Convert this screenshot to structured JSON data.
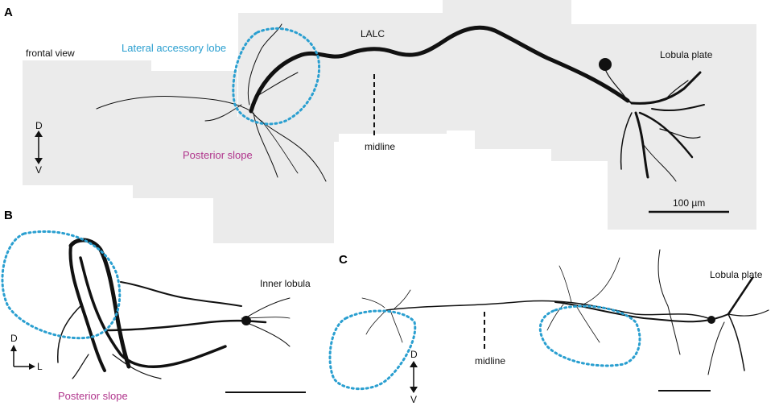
{
  "figure": {
    "panels": [
      "A",
      "B",
      "C"
    ],
    "panel_a": {
      "view_label": "frontal view",
      "lateral_accessory_lobe": "Lateral accessory lobe",
      "lalc": "LALC",
      "lobula_plate": "Lobula plate",
      "posterior_slope": "Posterior slope",
      "midline": "midline",
      "scale_bar": "100 µm",
      "axis_d": "D",
      "axis_v": "V"
    },
    "panel_b": {
      "inner_lobula": "Inner lobula",
      "posterior_slope": "Posterior slope",
      "axis_d": "D",
      "axis_l": "L"
    },
    "panel_c": {
      "lobula_plate": "Lobula plate",
      "midline": "midline",
      "axis_d": "D",
      "axis_v": "V"
    }
  },
  "colors": {
    "outline_blue": "#2a9fd0",
    "label_blue": "#2a9fd0",
    "label_pink": "#b0358c",
    "neuron": "#111111",
    "tile_bg": "#e9e9e9"
  }
}
